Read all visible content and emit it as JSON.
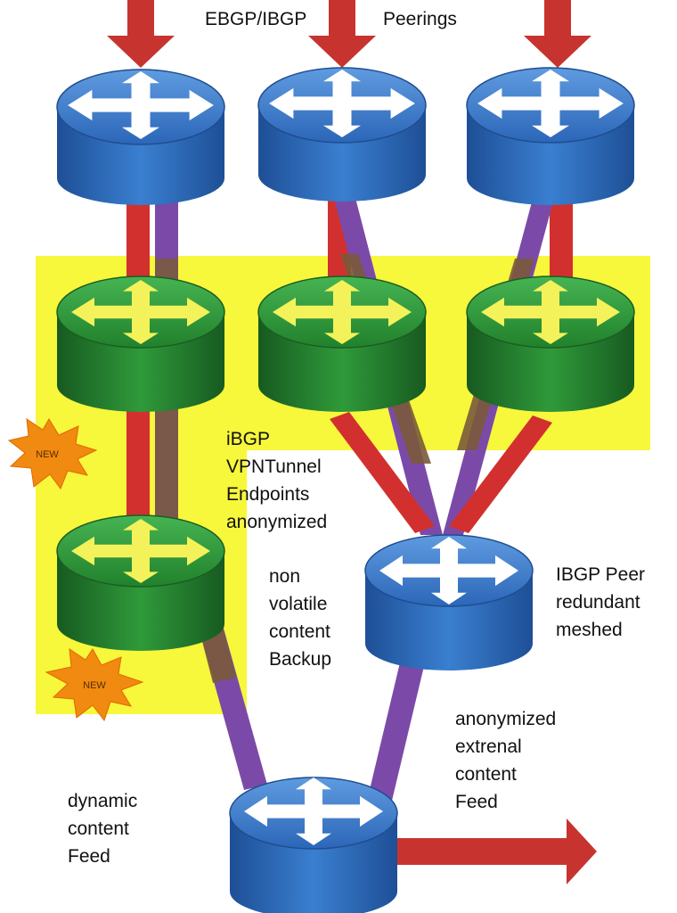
{
  "header": {
    "left": "EBGP/IBGP",
    "right": "Peerings"
  },
  "labels": {
    "ibgp_vpn": [
      "iBGP",
      "VPNTunnel",
      "Endpoints",
      "anonymized"
    ],
    "non_volatile": [
      "non",
      "volatile",
      "content",
      "Backup"
    ],
    "ibgp_peer": [
      "IBGP Peer",
      "redundant",
      "meshed"
    ],
    "anonymized_feed": [
      "anonymized",
      "extrenal",
      "content",
      "Feed"
    ],
    "dynamic_feed": [
      "dynamic",
      "content",
      "Feed"
    ]
  },
  "badges": [
    "NEW",
    "NEW"
  ],
  "colors": {
    "highlight": "#f7f73c",
    "router_blue": "#2f6fc4",
    "router_green": "#2d8a37",
    "ebgp_link": "#d2302e",
    "ibgp_link": "#7b4aa8",
    "mixed_link": "#7a5a3a",
    "badge": "#f08a10"
  },
  "icons": [
    "router-icon",
    "switch-arrows-icon",
    "starburst-badge-icon",
    "arrow-down-icon",
    "arrow-right-icon"
  ]
}
